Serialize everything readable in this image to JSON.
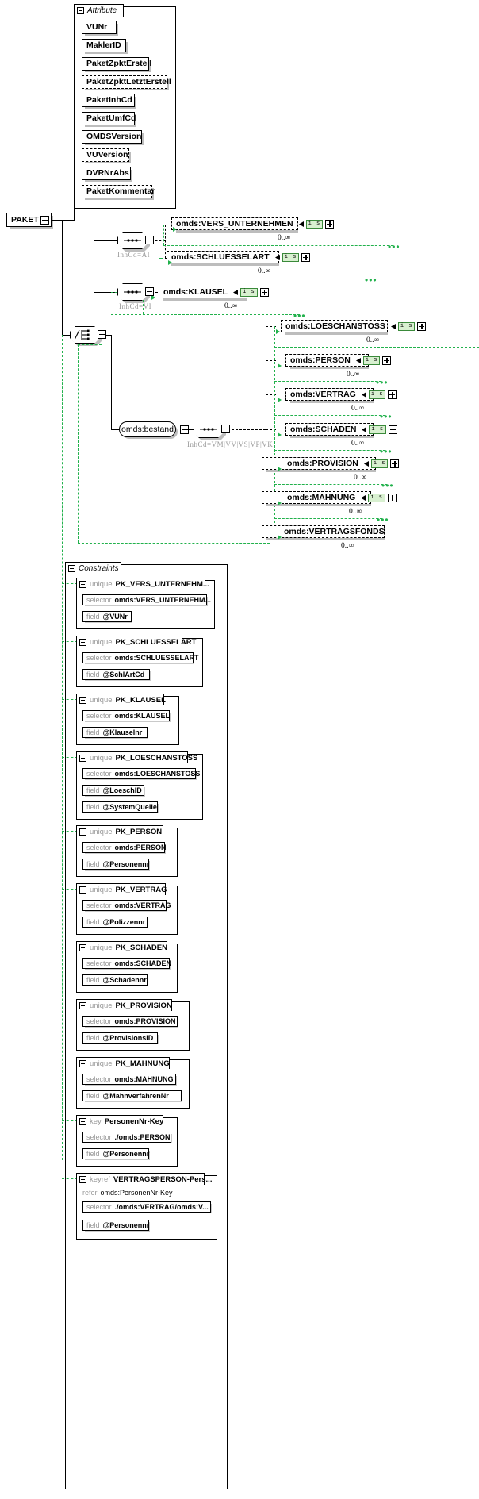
{
  "root": {
    "label": "PAKET",
    "toggle": "collapse-icon"
  },
  "attribute_group": {
    "title": "Attribute",
    "toggle": "minus-icon",
    "attributes": [
      {
        "name": "VUNr",
        "optional": false
      },
      {
        "name": "MaklerID",
        "optional": false
      },
      {
        "name": "PaketZpktErstell",
        "optional": false
      },
      {
        "name": "PaketZpktLetztErstell",
        "optional": true
      },
      {
        "name": "PaketInhCd",
        "optional": false
      },
      {
        "name": "PaketUmfCd",
        "optional": false
      },
      {
        "name": "OMDSVersion",
        "optional": false
      },
      {
        "name": "VUVersion",
        "optional": true
      },
      {
        "name": "DVRNrAbs",
        "optional": false
      },
      {
        "name": "PaketKommentar",
        "optional": true
      }
    ]
  },
  "choice": {
    "icon": "choice-compositor-icon",
    "branches": [
      {
        "compositor": "sequence-compositor-icon",
        "annotation": "InhCd=AI",
        "elements": [
          {
            "name": "omds:VERS_UNTERNEHMEN",
            "type_badge": "i s",
            "occurrence": "0..∞",
            "expand": "plus-icon"
          },
          {
            "name": "omds:SCHLUESSELART",
            "type_badge": "i s",
            "occurrence": "0..∞",
            "expand": "plus-icon"
          }
        ]
      },
      {
        "compositor": "sequence-compositor-icon",
        "annotation": "InhCd=VI",
        "elements": [
          {
            "name": "omds:KLAUSEL",
            "type_badge": "i s",
            "occurrence": "0..∞",
            "expand": "plus-icon"
          }
        ]
      },
      {
        "compositor": "sequence-compositor-icon",
        "wrapper": "omds:bestand",
        "annotation": "InhCd=VM|VV|VS|VP|VK",
        "elements": [
          {
            "name": "omds:LOESCHANSTOSS",
            "type_badge": "i s",
            "occurrence": "0..∞",
            "expand": "plus-icon"
          },
          {
            "name": "omds:PERSON",
            "type_badge": "i s",
            "occurrence": "0..∞",
            "expand": "plus-icon"
          },
          {
            "name": "omds:VERTRAG",
            "type_badge": "i s",
            "occurrence": "0..∞",
            "expand": "plus-icon"
          },
          {
            "name": "omds:SCHADEN",
            "type_badge": "i s",
            "occurrence": "0..∞",
            "expand": "plus-icon"
          },
          {
            "name": "omds:PROVISION",
            "type_badge": "i s",
            "occurrence": "0..∞",
            "expand": "plus-icon"
          },
          {
            "name": "omds:MAHNUNG",
            "type_badge": "i s",
            "occurrence": "0..∞",
            "expand": "plus-icon"
          },
          {
            "name": "omds:VERTRAGSFONDS",
            "type_badge": "",
            "occurrence": "0..∞",
            "expand": "plus-icon"
          }
        ]
      }
    ]
  },
  "constraints_group": {
    "title": "Constraints",
    "toggle": "minus-icon",
    "items": [
      {
        "kind": "unique",
        "name": "PK_VERS_UNTERNEHM...",
        "rows": [
          {
            "key": "selector",
            "value": "omds:VERS_UNTERNEHM..."
          },
          {
            "key": "field",
            "value": "@VUNr"
          }
        ]
      },
      {
        "kind": "unique",
        "name": "PK_SCHLUESSELART",
        "rows": [
          {
            "key": "selector",
            "value": "omds:SCHLUESSELART"
          },
          {
            "key": "field",
            "value": "@SchlArtCd"
          }
        ]
      },
      {
        "kind": "unique",
        "name": "PK_KLAUSEL",
        "rows": [
          {
            "key": "selector",
            "value": "omds:KLAUSEL"
          },
          {
            "key": "field",
            "value": "@Klauselnr"
          }
        ]
      },
      {
        "kind": "unique",
        "name": "PK_LOESCHANSTOSS",
        "rows": [
          {
            "key": "selector",
            "value": "omds:LOESCHANSTOSS"
          },
          {
            "key": "field",
            "value": "@LoeschID"
          },
          {
            "key": "field",
            "value": "@SystemQuelle"
          }
        ]
      },
      {
        "kind": "unique",
        "name": "PK_PERSON",
        "rows": [
          {
            "key": "selector",
            "value": "omds:PERSON"
          },
          {
            "key": "field",
            "value": "@Personennr"
          }
        ]
      },
      {
        "kind": "unique",
        "name": "PK_VERTRAG",
        "rows": [
          {
            "key": "selector",
            "value": "omds:VERTRAG"
          },
          {
            "key": "field",
            "value": "@Polizzennr"
          }
        ]
      },
      {
        "kind": "unique",
        "name": "PK_SCHADEN",
        "rows": [
          {
            "key": "selector",
            "value": "omds:SCHADEN"
          },
          {
            "key": "field",
            "value": "@Schadennr"
          }
        ]
      },
      {
        "kind": "unique",
        "name": "PK_PROVISION",
        "rows": [
          {
            "key": "selector",
            "value": "omds:PROVISION"
          },
          {
            "key": "field",
            "value": "@ProvisionsID"
          }
        ]
      },
      {
        "kind": "unique",
        "name": "PK_MAHNUNG",
        "rows": [
          {
            "key": "selector",
            "value": "omds:MAHNUNG"
          },
          {
            "key": "field",
            "value": "@MahnverfahrenNr"
          }
        ]
      },
      {
        "kind": "key",
        "name": "PersonenNr-Key",
        "rows": [
          {
            "key": "selector",
            "value": "./omds:PERSON"
          },
          {
            "key": "field",
            "value": "@Personennr"
          }
        ]
      },
      {
        "kind": "keyref",
        "name": "VERTRAGSPERSON-Pers...",
        "refer": {
          "key": "refer",
          "value": "omds:PersonenNr-Key"
        },
        "rows": [
          {
            "key": "selector",
            "value": "./omds:VERTRAG/omds:V..."
          },
          {
            "key": "field",
            "value": "@Personennr"
          }
        ]
      }
    ]
  },
  "colors": {
    "accent_green": "#22b14c",
    "badge_bg": "#d8f0d0",
    "shadow": "#bdbdbd",
    "muted_text": "#9a9a9a"
  }
}
